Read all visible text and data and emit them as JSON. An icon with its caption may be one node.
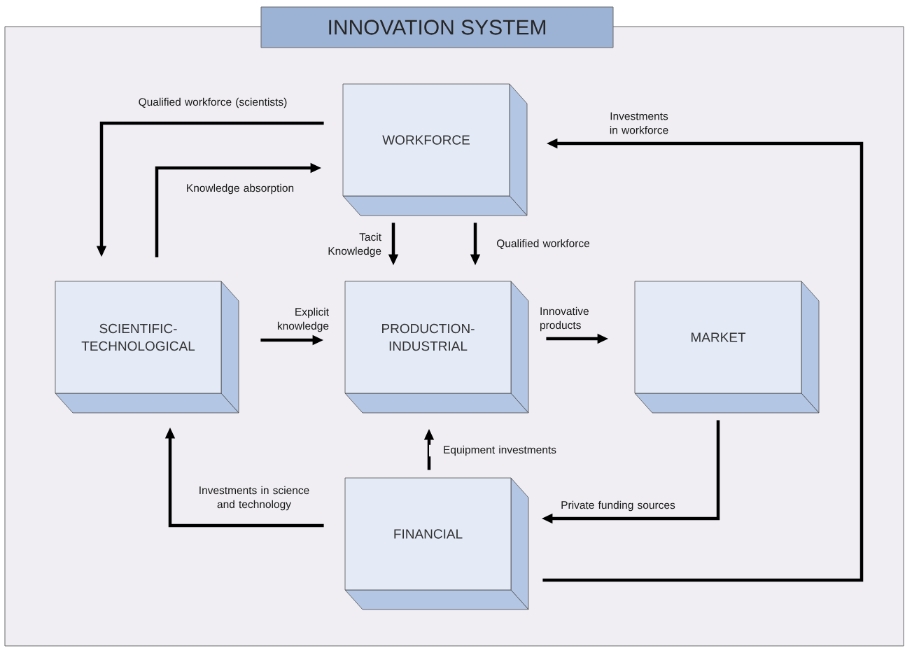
{
  "diagram": {
    "title": "INNOVATION SYSTEM",
    "nodes": [
      {
        "text": [
          "WORKFORCE"
        ]
      },
      {
        "text": [
          "SCIENTIFIC-TECHNOLOGICAL"
        ]
      },
      {
        "text": [
          "PRODUCTION-INDUSTRIAL"
        ]
      },
      {
        "text": [
          "MARKET"
        ]
      },
      {
        "text": [
          "FINANCIAL"
        ]
      }
    ],
    "edges": [
      {
        "from": 0,
        "to": 1,
        "arrow": "to",
        "label": "Qualified workforce (scientists)"
      },
      {
        "from": 1,
        "to": 0,
        "arrow": "to",
        "label": "Knowledge absorption"
      },
      {
        "from": 0,
        "to": 2,
        "arrow": "to",
        "label": "Tacit Knowledge"
      },
      {
        "from": 0,
        "to": 2,
        "arrow": "to",
        "label": "Qualified workforce"
      },
      {
        "from": 1,
        "to": 2,
        "arrow": "to",
        "label": "Explicit knowledge"
      },
      {
        "from": 2,
        "to": 3,
        "arrow": "to",
        "label": "Innovative products"
      },
      {
        "from": 4,
        "to": 2,
        "arrow": "to",
        "label": "Equipment investments"
      },
      {
        "from": 4,
        "to": 1,
        "arrow": "to",
        "label": "Investments in science and technology"
      },
      {
        "from": 3,
        "to": 4,
        "arrow": "to",
        "label": "Private funding sources"
      },
      {
        "from": 4,
        "to": 0,
        "arrow": "to",
        "label": "Investments in workforce"
      }
    ]
  }
}
